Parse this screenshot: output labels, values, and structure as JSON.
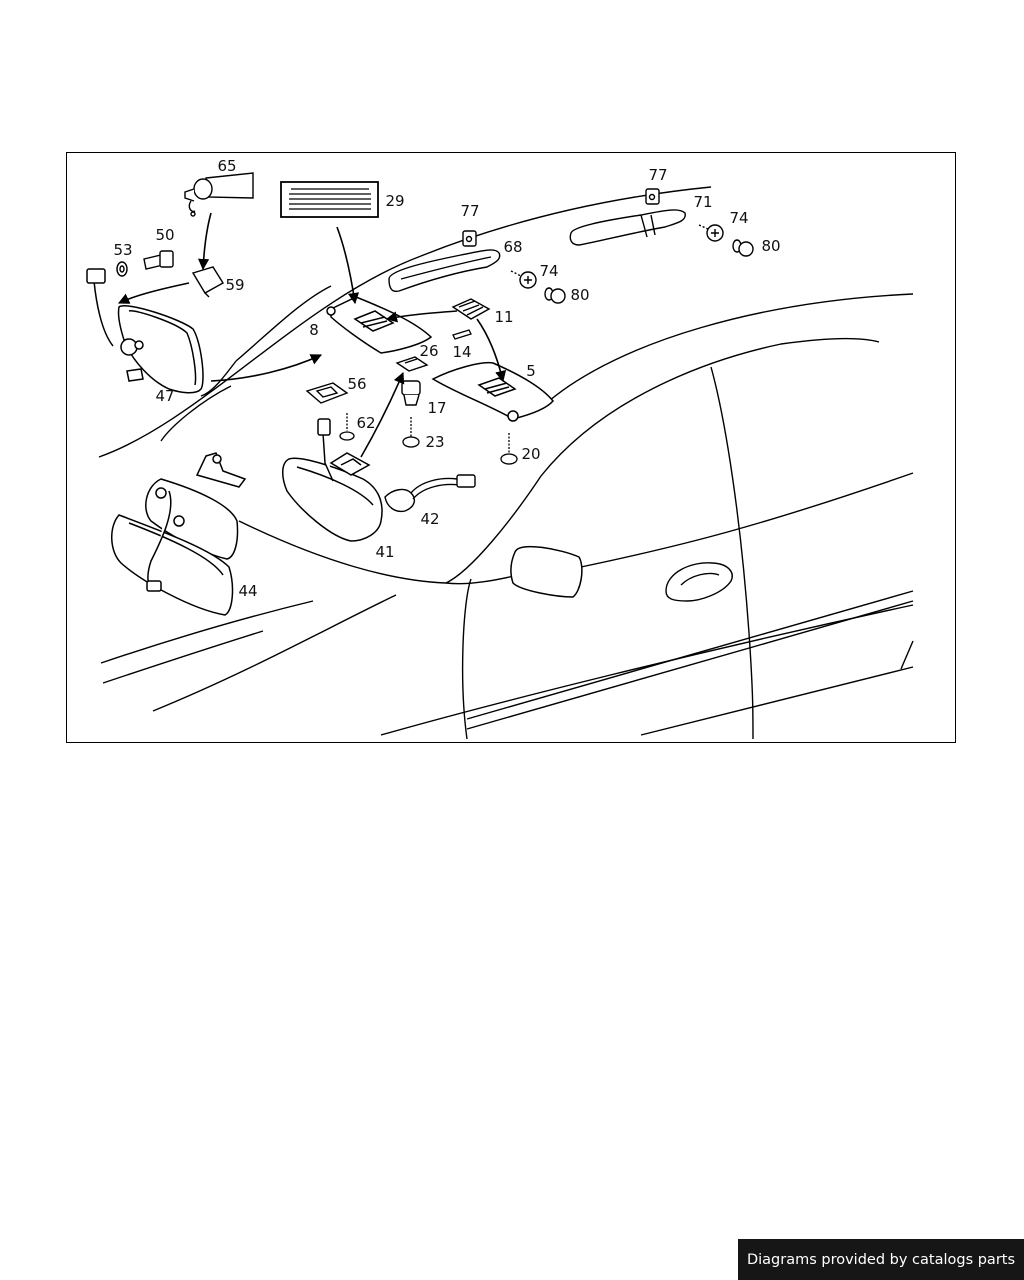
{
  "diagram": {
    "callouts": [
      {
        "id": "65",
        "label": "65"
      },
      {
        "id": "29",
        "label": "29"
      },
      {
        "id": "77a",
        "label": "77"
      },
      {
        "id": "77b",
        "label": "77"
      },
      {
        "id": "71",
        "label": "71"
      },
      {
        "id": "74a",
        "label": "74"
      },
      {
        "id": "74b",
        "label": "74"
      },
      {
        "id": "80a",
        "label": "80"
      },
      {
        "id": "80b",
        "label": "80"
      },
      {
        "id": "68",
        "label": "68"
      },
      {
        "id": "53",
        "label": "53"
      },
      {
        "id": "50",
        "label": "50"
      },
      {
        "id": "59",
        "label": "59"
      },
      {
        "id": "8",
        "label": "8"
      },
      {
        "id": "11",
        "label": "11"
      },
      {
        "id": "14",
        "label": "14"
      },
      {
        "id": "26",
        "label": "26"
      },
      {
        "id": "5",
        "label": "5"
      },
      {
        "id": "56",
        "label": "56"
      },
      {
        "id": "17",
        "label": "17"
      },
      {
        "id": "62",
        "label": "62"
      },
      {
        "id": "47",
        "label": "47"
      },
      {
        "id": "23",
        "label": "23"
      },
      {
        "id": "20",
        "label": "20"
      },
      {
        "id": "42",
        "label": "42"
      },
      {
        "id": "41",
        "label": "41"
      },
      {
        "id": "44",
        "label": "44"
      }
    ]
  },
  "footer": {
    "credit": "Diagrams provided by catalogs parts"
  }
}
